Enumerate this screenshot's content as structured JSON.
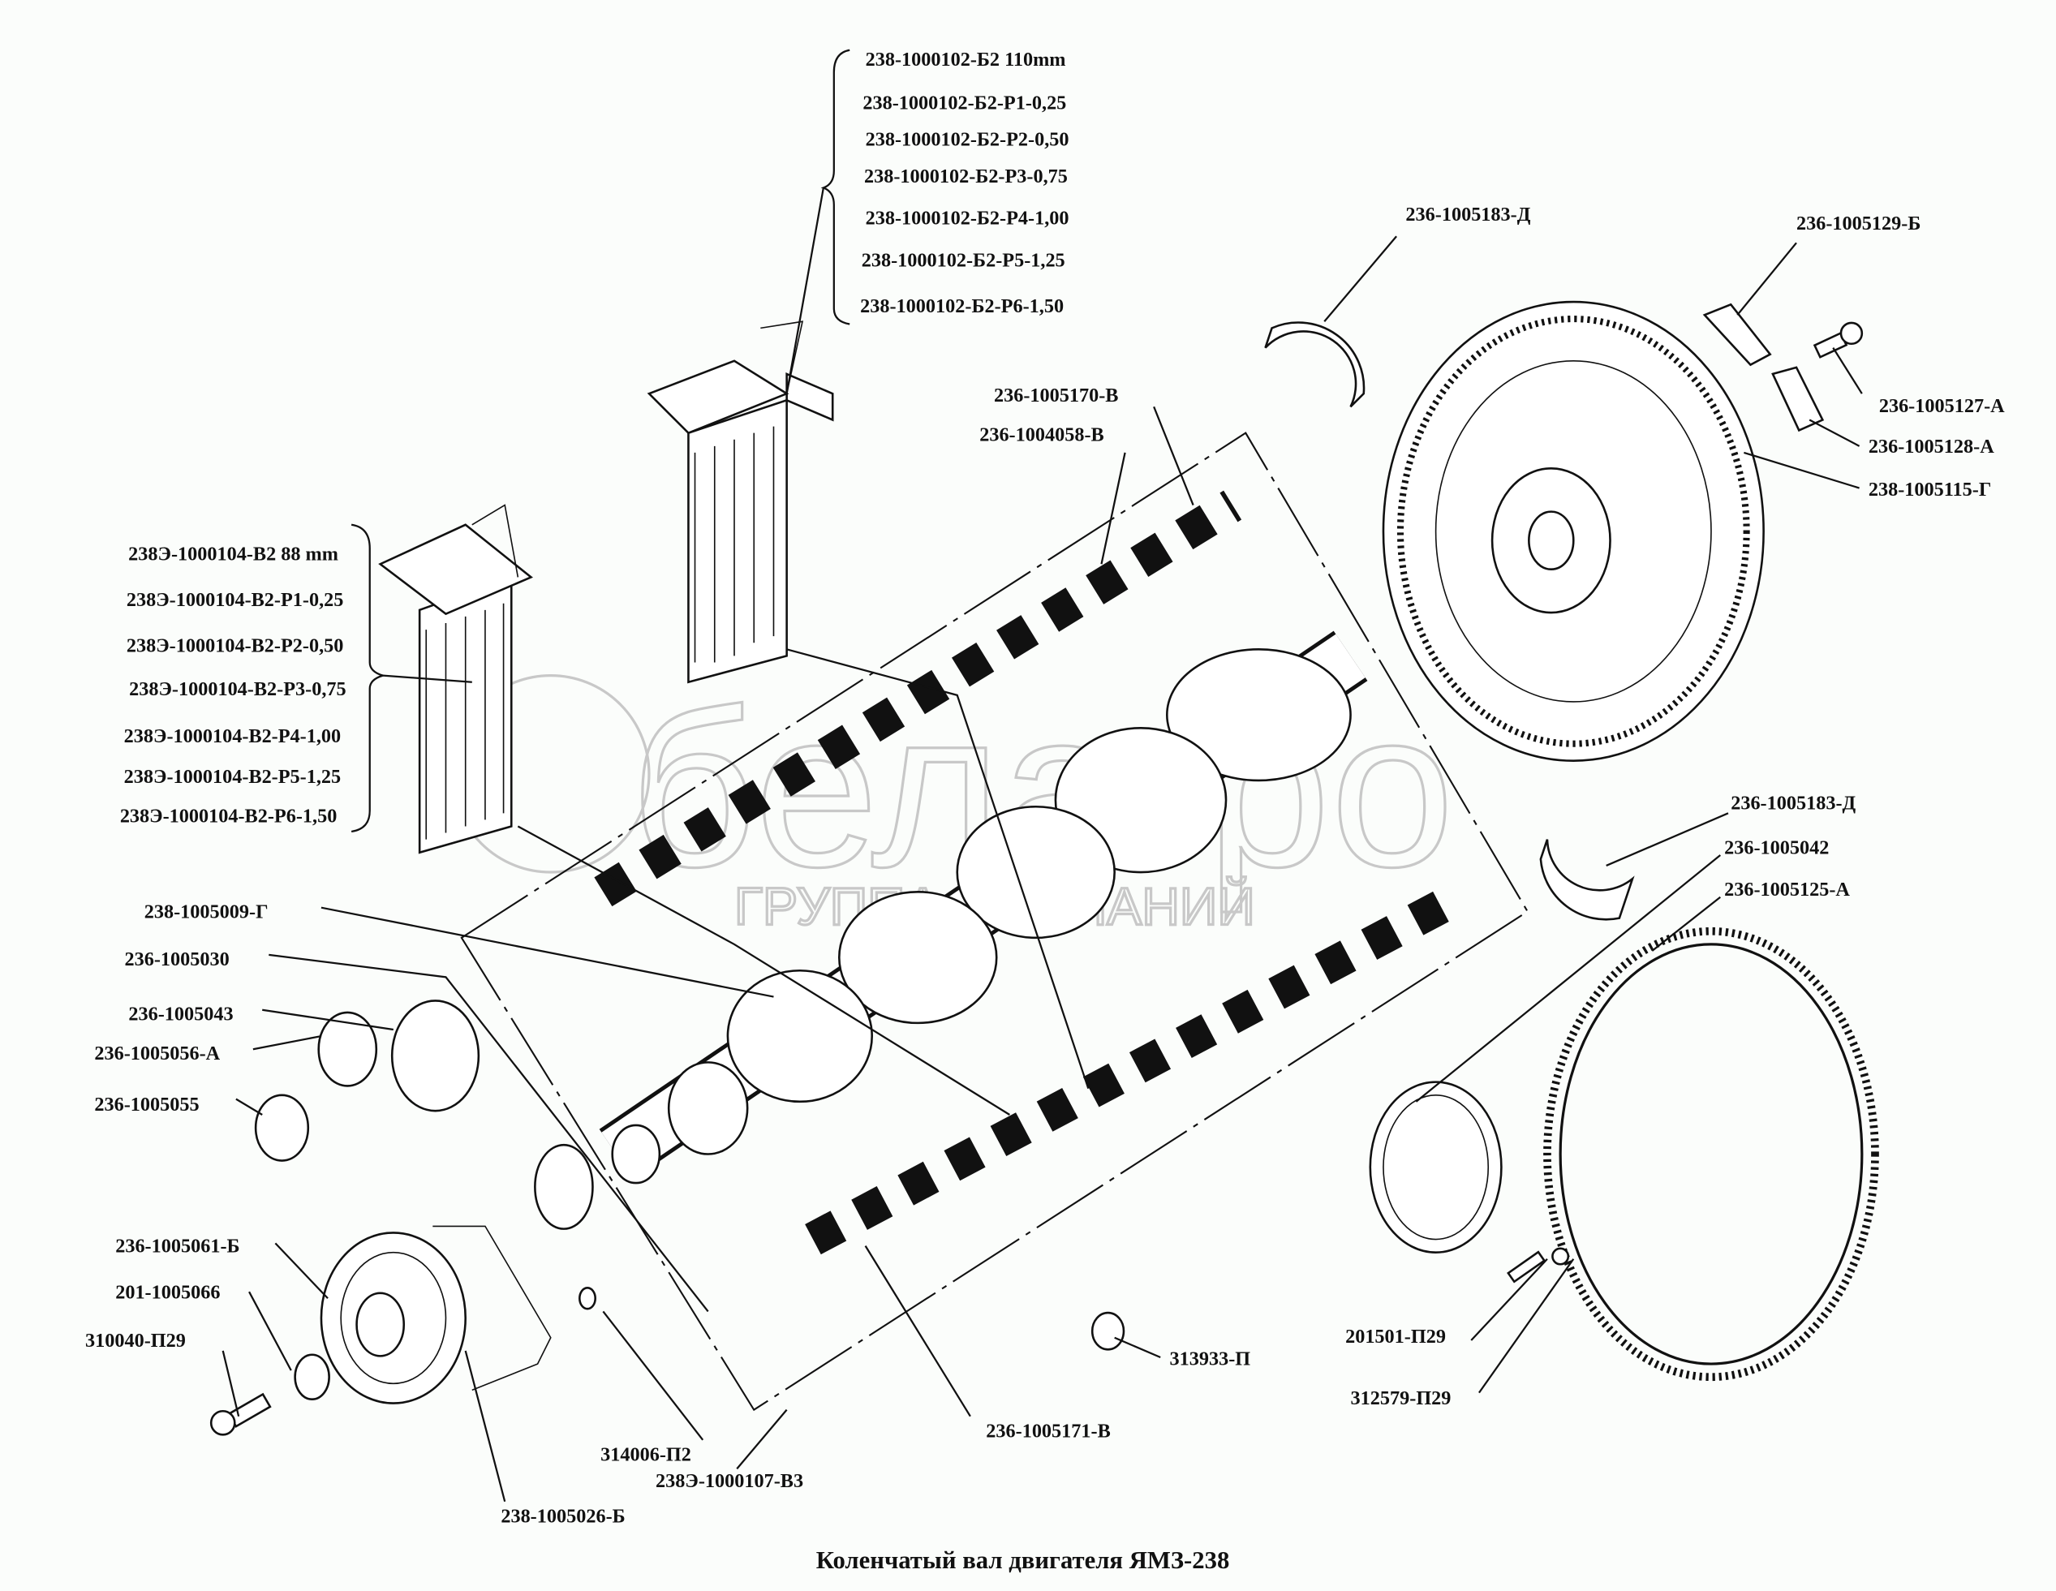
{
  "title": "Коленчатый вал двигателя ЯМЗ-238",
  "watermark": {
    "brand": "белагро",
    "subtitle": "ГРУППА КОМПАНИЙ",
    "color": "#c8c8c8"
  },
  "main_bearing_set": [
    "238-1000102-Б2 110mm",
    "238-1000102-Б2-Р1-0,25",
    "238-1000102-Б2-Р2-0,50",
    "238-1000102-Б2-Р3-0,75",
    "238-1000102-Б2-Р4-1,00",
    "238-1000102-Б2-Р5-1,25",
    "238-1000102-Б2-Р6-1,50"
  ],
  "conrod_bearing_set": [
    "238Э-1000104-В2 88 mm",
    "238Э-1000104-В2-Р1-0,25",
    "238Э-1000104-В2-Р2-0,50",
    "238Э-1000104-В2-Р3-0,75",
    "238Э-1000104-В2-Р4-1,00",
    "238Э-1000104-В2-Р5-1,25",
    "238Э-1000104-В2-Р6-1,50"
  ],
  "parts": {
    "p5170": "236-1005170-В",
    "p4058": "236-1004058-В",
    "p5183_top": "236-1005183-Д",
    "p5129": "236-1005129-Б",
    "p5127": "236-1005127-А",
    "p5128": "236-1005128-А",
    "p5115": "238-1005115-Г",
    "p5183_right": "236-1005183-Д",
    "p5042": "236-1005042",
    "p5125": "236-1005125-А",
    "p5009": "238-1005009-Г",
    "p5030": "236-1005030",
    "p5043": "236-1005043",
    "p5056": "236-1005056-А",
    "p5055": "236-1005055",
    "p5061": "236-1005061-Б",
    "p5066": "201-1005066",
    "p310040": "310040-П29",
    "p314006": "314006-П2",
    "p0107": "238Э-1000107-В3",
    "p5026": "238-1005026-Б",
    "p5171": "236-1005171-В",
    "p313933": "313933-П",
    "p201501": "201501-П29",
    "p312579": "312579-П29"
  }
}
